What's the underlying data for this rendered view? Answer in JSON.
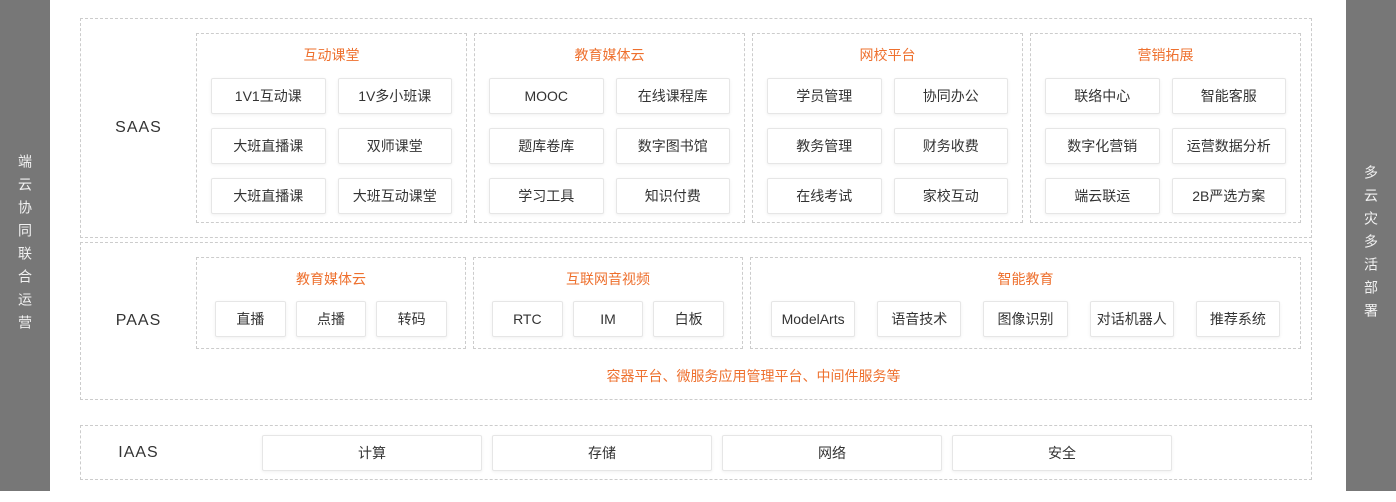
{
  "colors": {
    "accent": "#ee702e",
    "rail_bg": "#777777"
  },
  "left_rail": {
    "text": "端云协同联合运营"
  },
  "right_rail": {
    "text": "多云灾多活部署"
  },
  "layers": {
    "saas": {
      "label": "SAAS",
      "groups": [
        {
          "title": "互动课堂",
          "items": [
            "1V1互动课",
            "1V多小班课",
            "大班直播课",
            "双师课堂",
            "大班直播课",
            "大班互动课堂"
          ]
        },
        {
          "title": "教育媒体云",
          "items": [
            "MOOC",
            "在线课程库",
            "题库卷库",
            "数字图书馆",
            "学习工具",
            "知识付费"
          ]
        },
        {
          "title": "网校平台",
          "items": [
            "学员管理",
            "协同办公",
            "教务管理",
            "财务收费",
            "在线考试",
            "家校互动"
          ]
        },
        {
          "title": "营销拓展",
          "items": [
            "联络中心",
            "智能客服",
            "数字化营销",
            "运营数据分析",
            "端云联运",
            "2B严选方案"
          ]
        }
      ]
    },
    "paas": {
      "label": "PAAS",
      "groups": [
        {
          "title": "教育媒体云",
          "items": [
            "直播",
            "点播",
            "转码"
          ]
        },
        {
          "title": "互联网音视频",
          "items": [
            "RTC",
            "IM",
            "白板"
          ]
        },
        {
          "title": "智能教育",
          "items": [
            "ModelArts",
            "语音技术",
            "图像识别",
            "对话机器人",
            "推荐系统"
          ]
        }
      ],
      "note": "容器平台、微服务应用管理平台、中间件服务等"
    },
    "iaas": {
      "label": "IAAS",
      "items": [
        "计算",
        "存储",
        "网络",
        "安全"
      ]
    }
  }
}
